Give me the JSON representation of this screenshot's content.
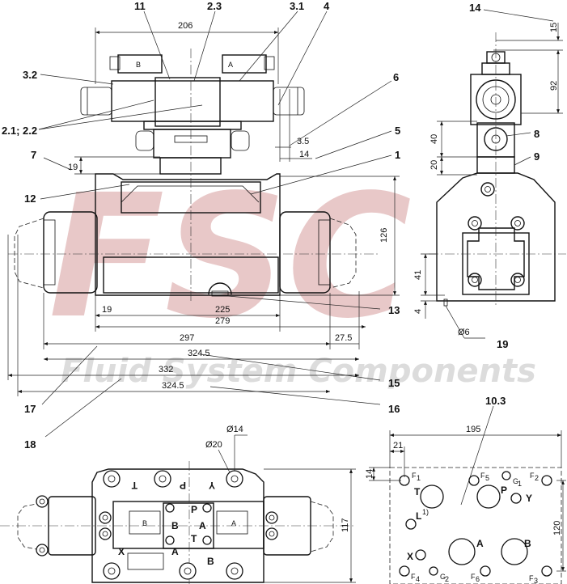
{
  "watermark": {
    "logo": "FSC",
    "text": "Fluid System Components",
    "logo_color": "#e8c8c8",
    "text_color": "#dcdcdc"
  },
  "callouts": {
    "c11": "11",
    "c23": "2.3",
    "c31": "3.1",
    "c4": "4",
    "c32": "3.2",
    "c6": "6",
    "c2122": "2.1; 2.2",
    "c5": "5",
    "c7": "7",
    "c1": "1",
    "c12": "12",
    "c13": "13",
    "c15": "15",
    "c16": "16",
    "c17": "17",
    "c18": "18",
    "c14": "14",
    "c8": "8",
    "c9": "9",
    "c19": "19",
    "c103": "10.3"
  },
  "dimensions": {
    "d206": "206",
    "d3_5": "3.5",
    "d14": "14",
    "d19a": "19",
    "d126": "126",
    "d19b": "19",
    "d225": "225",
    "d279": "279",
    "d297": "297",
    "d27_5": "27.5",
    "d324_5a": "324.5",
    "d332": "332",
    "d324_5b": "324.5",
    "s15": "15",
    "s92": "92",
    "s40": "40",
    "s20": "20",
    "s41": "41",
    "s4": "4",
    "s_dia6": "Ø6",
    "b_dia14": "Ø14",
    "b_dia20": "Ø20",
    "b117": "117",
    "p195": "195",
    "p21": "21",
    "p14": "14",
    "p120": "120"
  },
  "ports": {
    "t": "T",
    "p": "P",
    "y": "Y",
    "x": "X",
    "a": "A",
    "b": "B",
    "f1": "F",
    "f1s": "1",
    "f2": "F",
    "f2s": "2",
    "f3": "F",
    "f3s": "3",
    "f4": "F",
    "f4s": "4",
    "f5": "F",
    "f5s": "5",
    "f6": "F",
    "f6s": "6",
    "g1": "G",
    "g1s": "1",
    "g2": "G",
    "g2s": "2",
    "l": "L",
    "lnote": "1)"
  },
  "bottom_labels": {
    "t_top": "T",
    "p_top": "P",
    "y_top": "Y",
    "x_bot": "X",
    "a_bot": "A",
    "b_bot": "B",
    "pilot_p": "P",
    "pilot_t": "T",
    "pilot_a": "A",
    "pilot_b": "B",
    "sol_a": "A",
    "sol_b": "B"
  }
}
